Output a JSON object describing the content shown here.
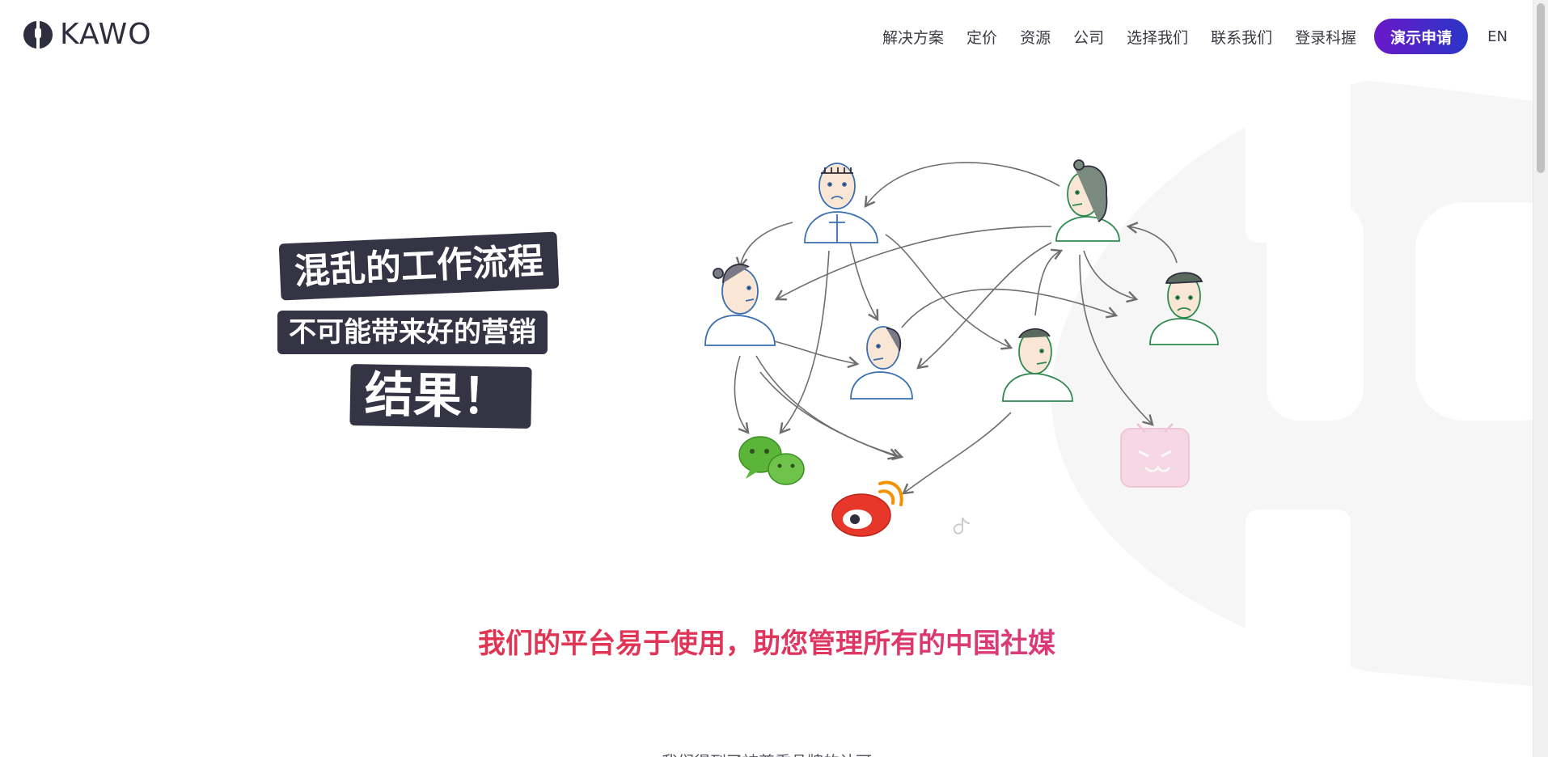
{
  "header": {
    "logo_text": "KAWO",
    "nav": [
      {
        "label": "解决方案"
      },
      {
        "label": "定价"
      },
      {
        "label": "资源"
      },
      {
        "label": "公司"
      },
      {
        "label": "选择我们"
      },
      {
        "label": "联系我们"
      },
      {
        "label": "登录科握"
      }
    ],
    "demo_button": "演示申请",
    "lang": "EN"
  },
  "hero": {
    "line1": "混乱的工作流程",
    "line2": "不可能带来好的营销",
    "line3": "结果！"
  },
  "tagline": "我们的平台易于使用，助您管理所有的中国社媒",
  "subline": "我们得到了被尊重品牌的认可",
  "colors": {
    "brand_dark": "#2e2e3e",
    "button_start": "#6a18c9",
    "button_end": "#2a36c6",
    "blue_line": "#3a6fb0",
    "green_line": "#2e8a4f",
    "arrow": "#6e6e6e",
    "tagline_start": "#e0343f",
    "tagline_end": "#d044b0"
  },
  "icons": [
    "wechat-icon",
    "weibo-icon",
    "bilibili-icon",
    "douyin-icon"
  ]
}
